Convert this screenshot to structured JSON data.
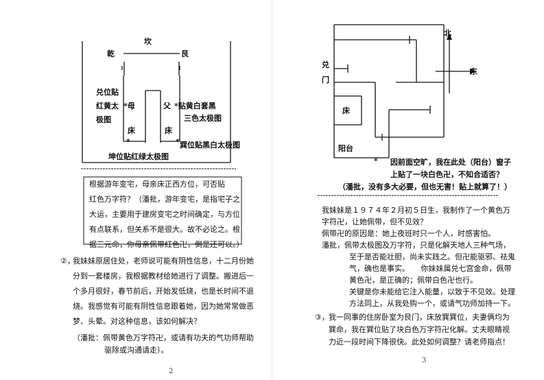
{
  "left_page": {
    "diagram": {
      "kan": "坎",
      "qian": "乾",
      "gen": "艮",
      "dui_label_1": "兑位贴",
      "dui_label_2": "红黄太",
      "dui_label_3": "极图",
      "mu": "*母",
      "fu": "父",
      "fu_note": "*贴黄白套黑",
      "sanse": "三色太极图",
      "chuang_1": "床",
      "chuang_2": "床",
      "xun_note": "巽位贴黑白太极图",
      "kun_note": "坤位贴红绿太极图",
      "star_1": "*",
      "star_2": "*"
    },
    "qa_box_lines": [
      "根据游年变宅，母亲床正西方位，可否贴",
      "红色万字符？（潘批，游年变宅，是指宅子之",
      "大运，主要用于建房变宅之时间确定，与方位",
      "有点联系，但关系不是很大。故不必论之。根",
      "据三元命，你母亲佩带红色卍，倒是还可以。）"
    ],
    "q2_num": "②，",
    "q2_lines": [
      "我妹妹原居住处，老师说可能有阴性信息，十二月份她",
      "分到一套楼房，我根据教材给她进行了调整。搬进后一",
      "个多月很好，春节前后，开始发低烧，也是长时间不退",
      "烧。我感觉有可能有阴性信息跟着她，因为她常常做恶",
      "梦、头晕。对这种信息，该如何解决？"
    ],
    "q2_reply_lines": [
      "（潘批：佩带黄色万字符卍，或请有功夫的气功师帮助",
      "驱除或沟通请走）。"
    ],
    "page_number": "2"
  },
  "right_page": {
    "diagram": {
      "north": "北",
      "east": "东",
      "dui": "兑",
      "men": "门",
      "chuang": "床",
      "yangtai": "阳台",
      "star": "*",
      "note_1": "因前面空旷，我在此处（阳台）窗子",
      "note_2": "上贴了一块白色卍，不知合适否？",
      "reply": "（潘批，没有多大必要，但也无害！贴上就算了！）"
    },
    "body_lines": [
      "我妹妹是１９７４年２月初５日生，我制作了一个黄色万",
      "字符卍，让她佩带，但不见效？",
      "佩带卍的原因是：她上夜班时只一个人，时感害怕。",
      "潘批，佩带太极图及万字符，只是化解天地人三种气场，",
      "至于是否能壮胆，尚未实践之。但卍能驱邪、祛鬼",
      "气，确也是事实。　　你妹妹属兑七宫金命，佩带",
      "黄色卍，是正确的；佩带白色卍也行。",
      "关键是你未能给它注入能量，以致于不见效。处理",
      "方法同上，从我处购一个，或请气功师加持一下。"
    ],
    "q3_num": "③，",
    "q3_lines": [
      "我一同事的住房卧室为艮门，床放巽巽位，夫妻俩均为",
      "巽命，我在巽位贴了块白色万字符卍化解。丈夫眼睛视",
      "力近一段时间下降很快。此处如何调整？请老师指点！"
    ],
    "page_number": "3"
  }
}
